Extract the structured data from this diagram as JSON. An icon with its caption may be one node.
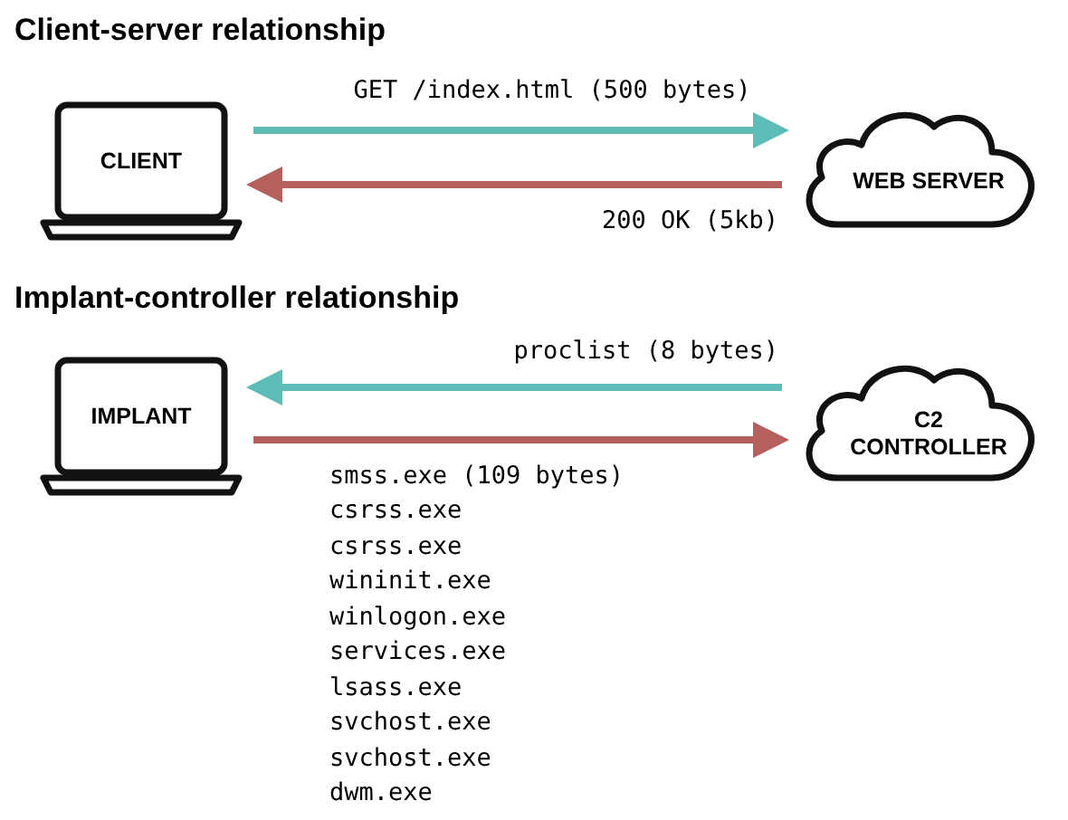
{
  "diagram": {
    "nodes": [
      {
        "text": [
          "CLIENT"
        ]
      },
      {
        "text": [
          "WEB SERVER"
        ]
      },
      {
        "text": [
          "IMPLANT"
        ]
      },
      {
        "text": [
          "C2 CONTROLLER"
        ]
      }
    ],
    "edges": [
      {
        "from": 0,
        "to": 1,
        "arrow": "to",
        "label": "GET /index.html (500 bytes)",
        "color": "#5dbdb6"
      },
      {
        "from": 1,
        "to": 0,
        "arrow": "to",
        "label": "200 OK (5kb)",
        "color": "#b5605e"
      },
      {
        "from": 3,
        "to": 2,
        "arrow": "to",
        "label": "proclist (8 bytes)",
        "color": "#5dbdb6"
      },
      {
        "from": 2,
        "to": 3,
        "arrow": "to",
        "label": "smss.exe (109 bytes)",
        "color": "#b5605e"
      }
    ],
    "labels": [
      "Client-server relationship",
      "Implant-controller relationship",
      "csrss.exe",
      "csrss.exe",
      "wininit.exe",
      "winlogon.exe",
      "services.exe",
      "lsass.exe",
      "svchost.exe",
      "svchost.exe",
      "dwm.exe"
    ]
  }
}
